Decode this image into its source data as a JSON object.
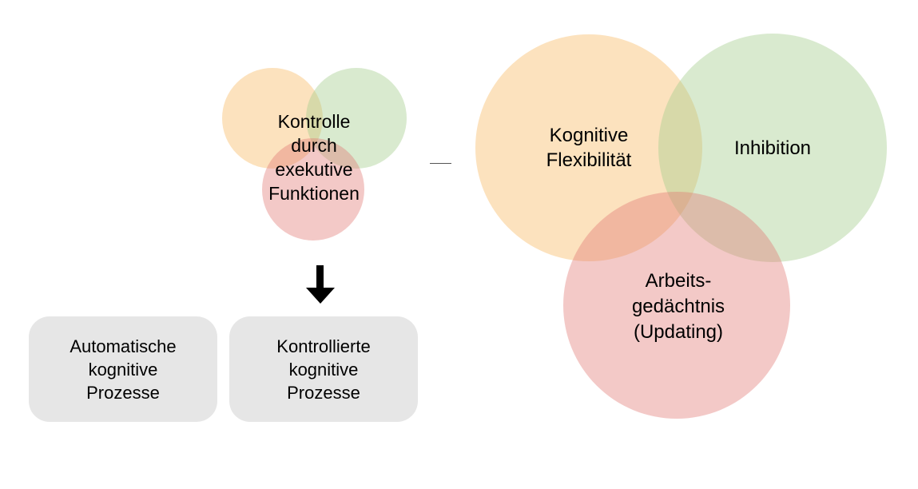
{
  "small_venn": {
    "label": "Kontrolle\ndurch\nexekutive\nFunktionen"
  },
  "big_venn": {
    "flexibility": "Kognitive\nFlexibilität",
    "inhibition": "Inhibition",
    "working_memory": "Arbeits-\ngedächtnis\n(Updating)"
  },
  "boxes": {
    "automatic": "Automatische\nkognitive\nProzesse",
    "controlled": "Kontrollierte\nkognitive\nProzesse"
  },
  "colors": {
    "orange": "#fbe2c0",
    "green": "#d9eacf",
    "red": "#f0c8c6",
    "box": "#e6e6e6"
  }
}
